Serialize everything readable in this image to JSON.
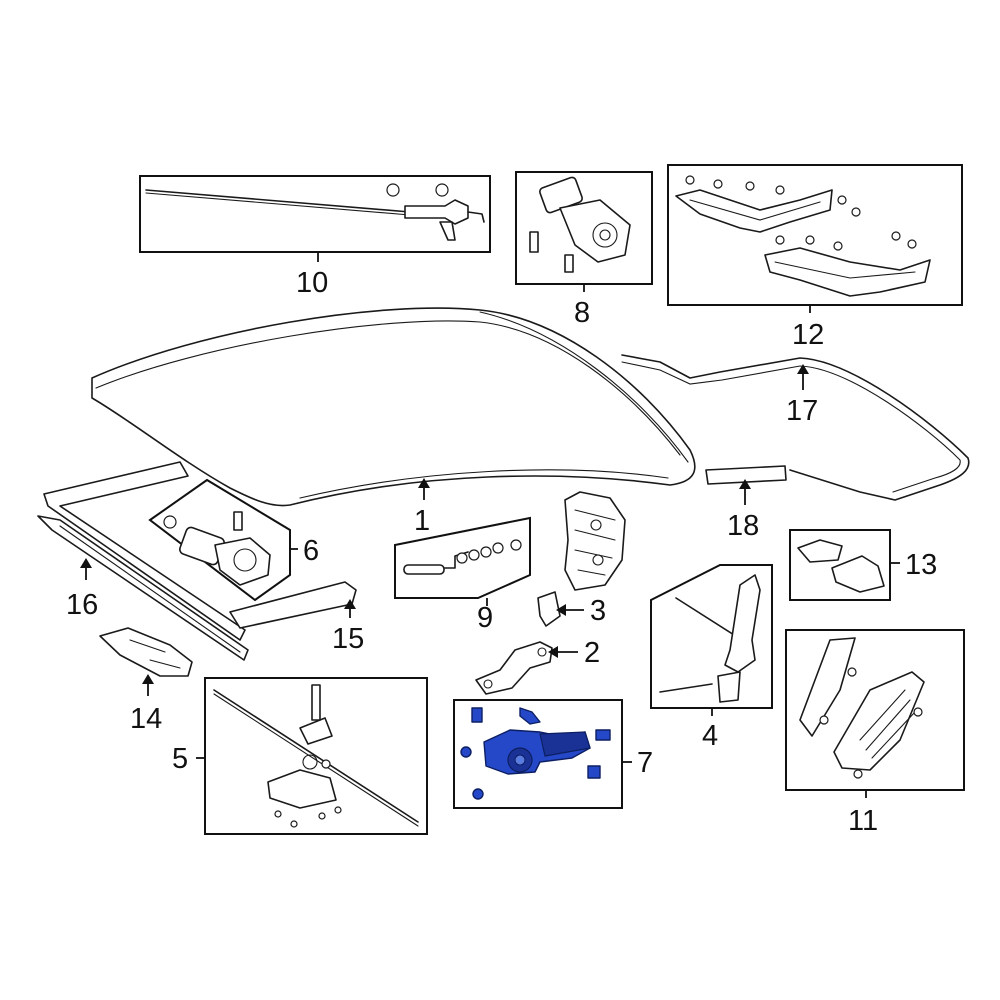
{
  "diagram": {
    "accent_color": "#2448c8",
    "callouts": [
      {
        "id": "1",
        "label": "1"
      },
      {
        "id": "2",
        "label": "2"
      },
      {
        "id": "3",
        "label": "3"
      },
      {
        "id": "4",
        "label": "4"
      },
      {
        "id": "5",
        "label": "5"
      },
      {
        "id": "6",
        "label": "6"
      },
      {
        "id": "7",
        "label": "7"
      },
      {
        "id": "8",
        "label": "8"
      },
      {
        "id": "9",
        "label": "9"
      },
      {
        "id": "10",
        "label": "10"
      },
      {
        "id": "11",
        "label": "11"
      },
      {
        "id": "12",
        "label": "12"
      },
      {
        "id": "13",
        "label": "13"
      },
      {
        "id": "14",
        "label": "14"
      },
      {
        "id": "15",
        "label": "15"
      },
      {
        "id": "16",
        "label": "16"
      },
      {
        "id": "17",
        "label": "17"
      },
      {
        "id": "18",
        "label": "18"
      }
    ],
    "highlighted_part": "7"
  }
}
